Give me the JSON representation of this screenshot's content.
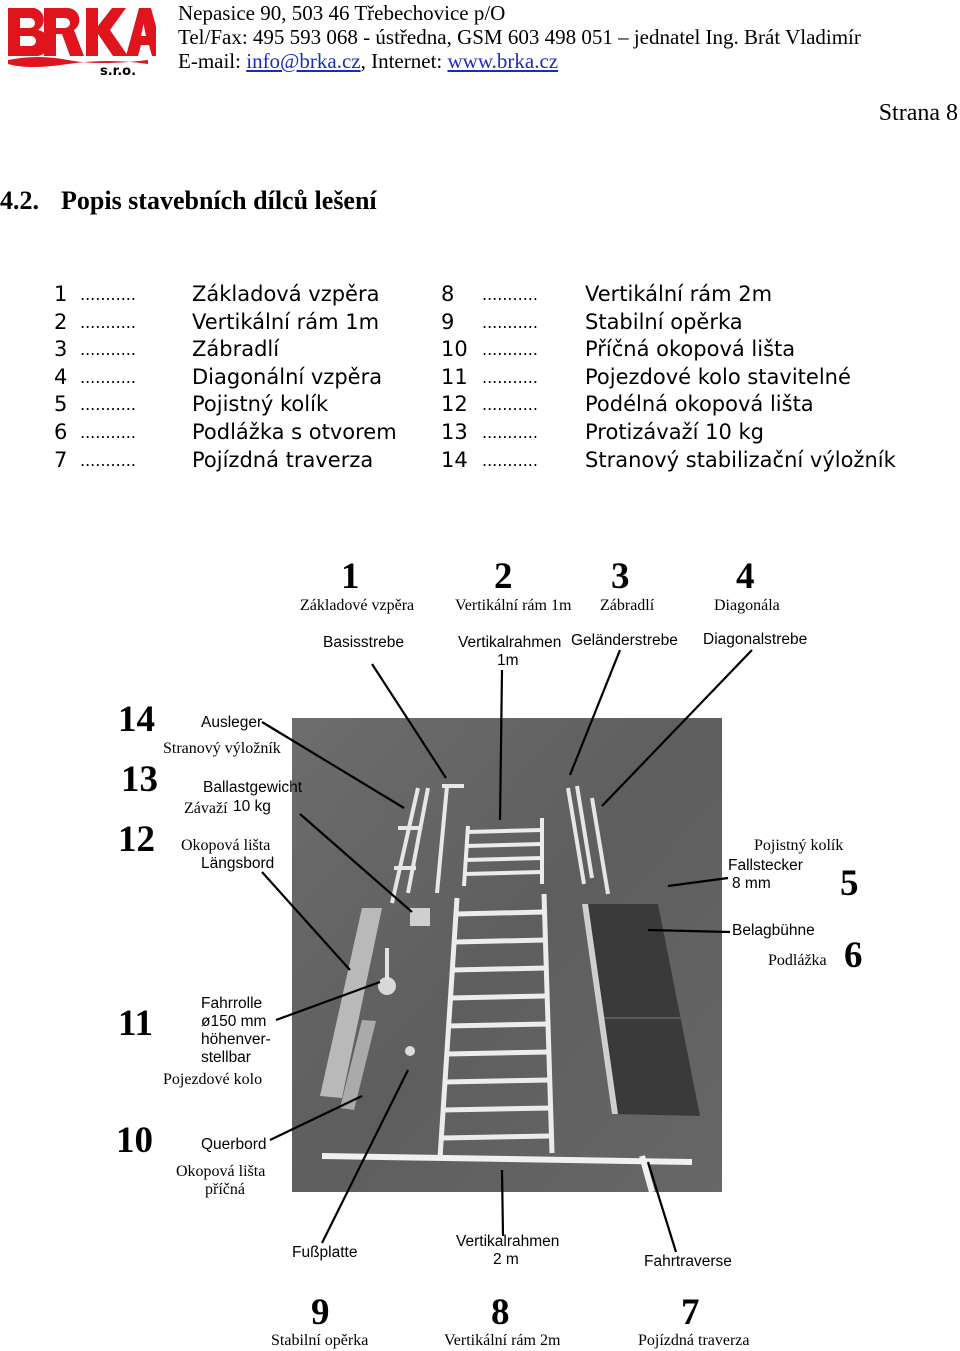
{
  "header": {
    "logo_text": "BRKA",
    "logo_sub": "s.r.o.",
    "address": "Nepasice 90, 503 46 Třebechovice p/O",
    "phone_line": "Tel/Fax: 495 593 068 - ústředna, GSM 603 498 051 – jednatel Ing. Brát Vladimír",
    "email_prefix": "E-mail: ",
    "email": "info@brka.cz",
    "internet_prefix": ", Internet: ",
    "web": "www.brka.cz",
    "page": "Strana 8",
    "colors": {
      "logo": "#e0141c",
      "link": "#1a2cc0"
    }
  },
  "section": {
    "number": "4.2.",
    "title": "Popis stavebních dílců lešení"
  },
  "parts_left": [
    {
      "n": "1",
      "dots": "...........",
      "name": "Základová vzpěra"
    },
    {
      "n": "2",
      "dots": "...........",
      "name": "Vertikální rám 1m"
    },
    {
      "n": "3",
      "dots": "...........",
      "name": "Zábradlí"
    },
    {
      "n": "4",
      "dots": "...........",
      "name": "Diagonální vzpěra"
    },
    {
      "n": "5",
      "dots": "...........",
      "name": "Pojistný kolík"
    },
    {
      "n": "6",
      "dots": "...........",
      "name": "Podlážka s otvorem"
    },
    {
      "n": "7",
      "dots": "...........",
      "name": "Pojízdná traverza"
    }
  ],
  "parts_right": [
    {
      "n": "8",
      "dots": "...........",
      "name": "Vertikální rám 2m"
    },
    {
      "n": "9",
      "dots": "...........",
      "name": "Stabilní opěrka"
    },
    {
      "n": "10",
      "dots": "...........",
      "name": "Příčná okopová lišta"
    },
    {
      "n": "11",
      "dots": "...........",
      "name": "Pojezdové kolo stavitelné"
    },
    {
      "n": "12",
      "dots": "...........",
      "name": "Podélná okopová lišta"
    },
    {
      "n": "13",
      "dots": "...........",
      "name": "Protizávaží 10 kg"
    },
    {
      "n": "14",
      "dots": "...........",
      "name": "Stranový stabilizační výložník"
    }
  ],
  "figure": {
    "top_labels": [
      {
        "num": "1",
        "cz": "Základové vzpěra",
        "de": "Basisstrebe"
      },
      {
        "num": "2",
        "cz": "Vertikální rám 1m",
        "de": "Vertikalrahmen",
        "de2": "1m"
      },
      {
        "num": "3",
        "cz": "Zábradlí",
        "de": "Geländerstrebe"
      },
      {
        "num": "4",
        "cz": "Diagonála",
        "de": "Diagonalstrebe"
      }
    ],
    "left_labels": {
      "n14": "14",
      "de14": "Ausleger",
      "cz14": "Stranový výložník",
      "n13": "13",
      "de13": "Ballastgewicht",
      "cz13": "Závaží",
      "de13b": "10 kg",
      "n12": "12",
      "cz12": "Okopová lišta",
      "de12": "Längsbord",
      "n11": "11",
      "de11a": "Fahrrolle",
      "de11b": "ø150 mm",
      "de11c": "höhenver-",
      "de11d": "stellbar",
      "cz11": "Pojezdové kolo",
      "n10": "10",
      "de10": "Querbord",
      "cz10a": "Okopová lišta",
      "cz10b": "příčná"
    },
    "right_labels": {
      "cz5": "Pojistný kolík",
      "de5a": "Fallstecker",
      "de5b": "8 mm",
      "n5": "5",
      "de6": "Belagbühne",
      "cz6": "Podlážka",
      "n6": "6"
    },
    "bottom_labels": [
      {
        "num": "9",
        "cz": "Stabilní opěrka",
        "de": "Fußplatte"
      },
      {
        "num": "8",
        "cz": "Vertikální rám 2m",
        "de": "Vertikalrahmen",
        "de2": "2 m"
      },
      {
        "num": "7",
        "cz": "Pojízdná traverza",
        "de": "Fahrtraverse"
      }
    ]
  }
}
